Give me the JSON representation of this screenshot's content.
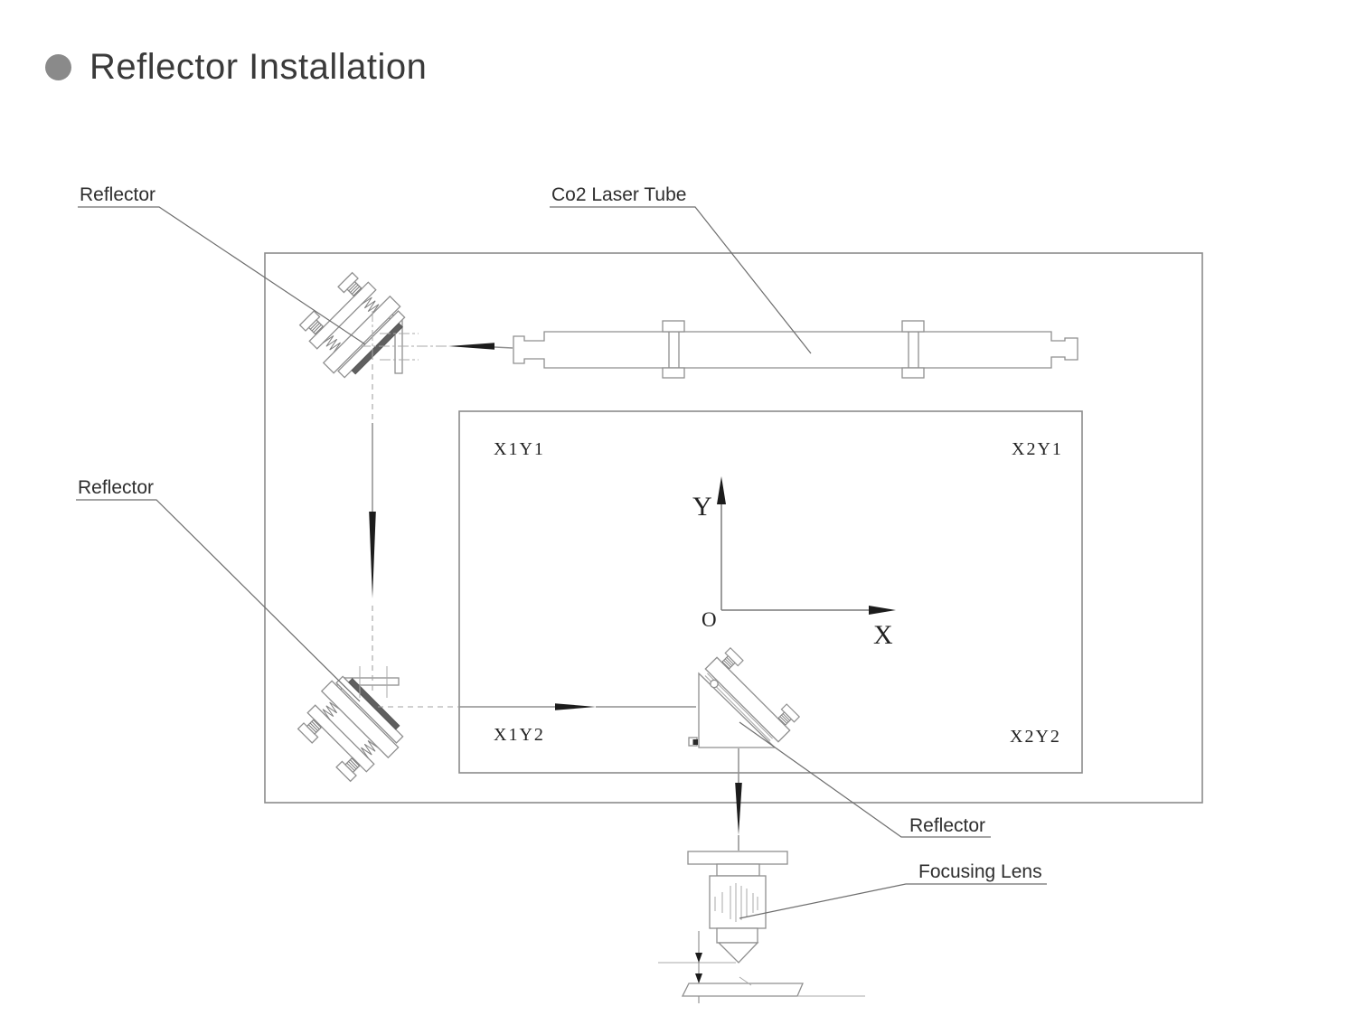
{
  "page": {
    "title": "Reflector Installation"
  },
  "callouts": {
    "reflector_top": "Reflector",
    "reflector_mid": "Reflector",
    "reflector_bottom": "Reflector",
    "laser_tube": "Co2 Laser Tube",
    "focusing_lens": "Focusing Lens"
  },
  "work_area_corners": {
    "top_left": "X1Y1",
    "top_right": "X2Y1",
    "bottom_left": "X1Y2",
    "bottom_right": "X2Y2"
  },
  "axes": {
    "x_label": "X",
    "y_label": "Y",
    "origin_label": "O"
  },
  "colors": {
    "title_bullet": "#8a8a8a",
    "line": "#8b8b8b",
    "leader": "#6e6e6e",
    "arrow": "#1c1c1c",
    "text": "#2e2e2e"
  }
}
